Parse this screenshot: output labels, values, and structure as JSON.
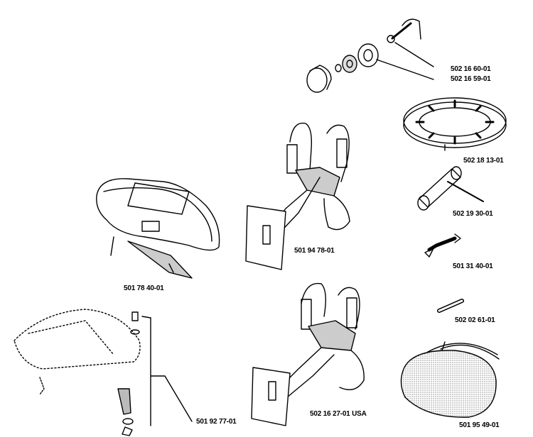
{
  "parts": [
    {
      "id": "p1",
      "number": "502 16 60-01",
      "icon": "starter-handle-icon"
    },
    {
      "id": "p2",
      "number": "502 16 59-01",
      "icon": "trimmer-head-kit-icon"
    },
    {
      "id": "p3",
      "number": "502 18 13-01",
      "icon": "ring-guard-icon"
    },
    {
      "id": "p4",
      "number": "502 19 30-01",
      "icon": "combination-wrench-icon"
    },
    {
      "id": "p5",
      "number": "501 31 40-01",
      "icon": "open-wrench-icon"
    },
    {
      "id": "p6",
      "number": "502 02 61-01",
      "icon": "pin-icon"
    },
    {
      "id": "p7",
      "number": "501 95 49-01",
      "icon": "hip-pad-icon"
    },
    {
      "id": "p8",
      "number": "501 94 78-01",
      "icon": "harness-icon"
    },
    {
      "id": "p9",
      "number": "501 78 40-01",
      "icon": "shoulder-strap-icon"
    },
    {
      "id": "p10",
      "number": "502 16 27-01 USA",
      "icon": "harness-usa-icon"
    },
    {
      "id": "p11",
      "number": "501 92 77-01",
      "icon": "blade-guard-kit-icon"
    }
  ],
  "colors": {
    "line": "#000000",
    "fill": "#ffffff",
    "shade": "#d8d8d8"
  }
}
